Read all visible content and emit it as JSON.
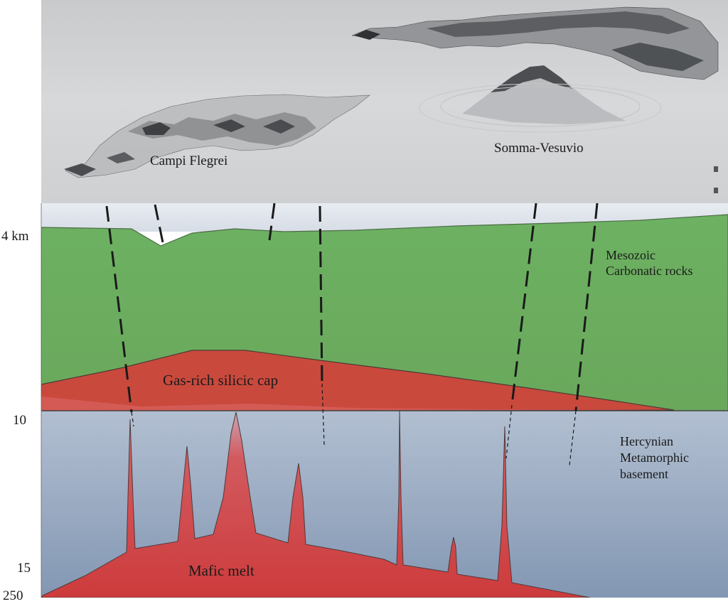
{
  "places": {
    "campi_flegrei": "Campi Flegrei",
    "somma_vesuvio": "Somma-Vesuvio"
  },
  "depth_axis": {
    "top": "4 km",
    "mid": "10",
    "low": "15",
    "bottom": "250"
  },
  "layers": {
    "carbonatic": [
      "Mesozoic",
      "Carbonatic rocks"
    ],
    "silicic_cap": "Gas-rich silicic cap",
    "basement": [
      "Hercynian",
      "Metamorphic",
      "basement"
    ],
    "mafic": "Mafic melt"
  },
  "colors": {
    "carbonate": "#6fad62",
    "silicic": "#c8483c",
    "basement": "#9db0c8",
    "mafic": "#cd3b3c",
    "sky": "#dfe4ec",
    "terrain": "#d3d4d6"
  }
}
